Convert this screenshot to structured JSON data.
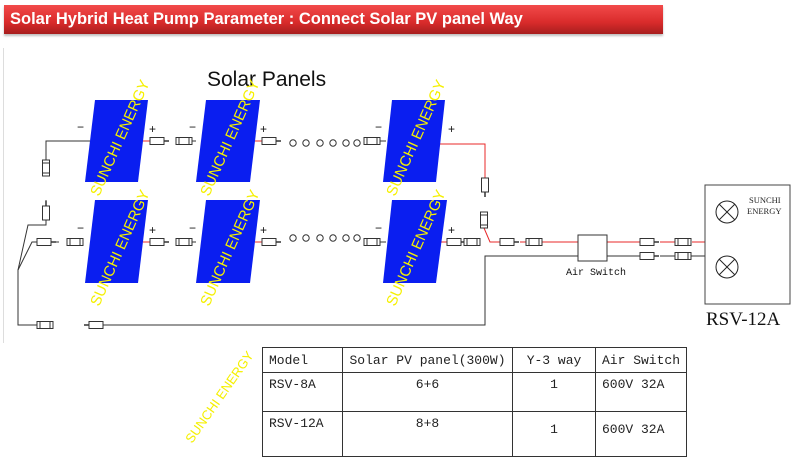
{
  "header": {
    "title": "Solar Hybrid Heat Pump  Parameter :  Connect Solar PV panel Way"
  },
  "diagram": {
    "heading": "Solar Panels",
    "watermark": "SUNCHI ENERGY",
    "minus": "−",
    "plus": "+",
    "air_switch_label": "Air Switch",
    "device_brand_line1": "SUNCHI",
    "device_brand_line2": "ENERGY",
    "device_model": "RSV-12A",
    "colors": {
      "panel": "#0a1ef0",
      "positive_wire": "#e8282a",
      "watermark": "#f5f000"
    }
  },
  "table": {
    "headers": [
      "Model",
      "Solar PV panel(300W)",
      "Y-3 way",
      "Air Switch"
    ],
    "rows": [
      [
        "RSV-8A",
        "6+6",
        "1",
        "600V 32A"
      ],
      [
        "RSV-12A",
        "8+8",
        "1",
        "600V 32A"
      ]
    ]
  }
}
